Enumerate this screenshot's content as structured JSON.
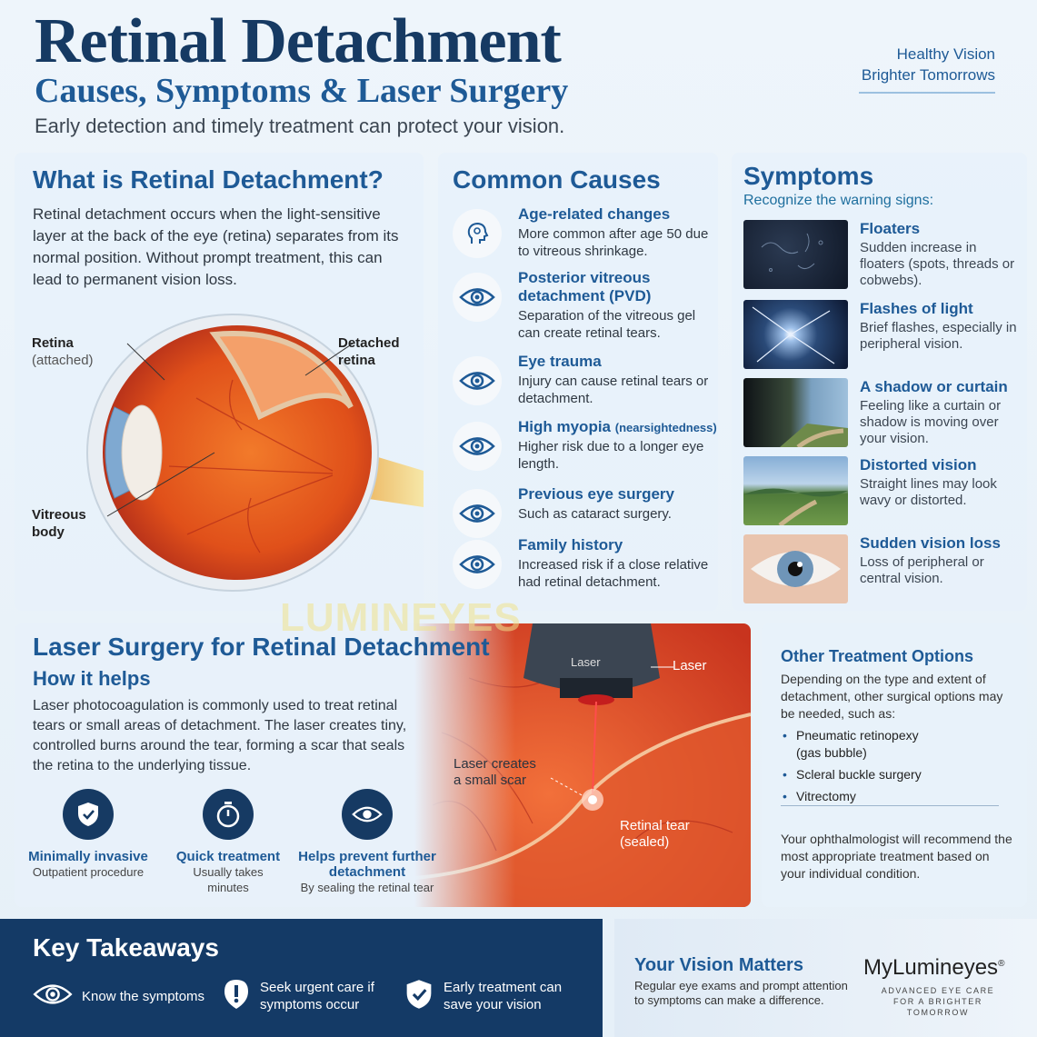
{
  "header": {
    "title": "Retinal Detachment",
    "subtitle": "Causes, Symptoms & Laser Surgery",
    "tagline": "Early detection and timely treatment can protect your vision.",
    "brand_line1": "Healthy Vision",
    "brand_line2": "Brighter Tomorrows"
  },
  "what": {
    "heading": "What is Retinal Detachment?",
    "body": "Retinal detachment occurs when the light-sensitive layer at the back of the eye (retina) separates from its normal position. Without prompt treatment, this can lead to permanent vision loss.",
    "label_retina": "Retina",
    "label_retina_sub": "(attached)",
    "label_detached_1": "Detached",
    "label_detached_2": "retina",
    "label_vitreous_1": "Vitreous",
    "label_vitreous_2": "body"
  },
  "causes": {
    "heading": "Common Causes",
    "items": [
      {
        "title": "Age-related changes",
        "desc": "More common after age 50 due to vitreous shrinkage.",
        "icon": "head-profile-icon"
      },
      {
        "title": "Posterior vitreous detachment (PVD)",
        "desc": "Separation of the vitreous gel can create retinal tears.",
        "icon": "eye-icon"
      },
      {
        "title": "Eye trauma",
        "desc": "Injury can cause retinal tears or detachment.",
        "icon": "eye-icon"
      },
      {
        "title": "High myopia",
        "title_note": "(nearsightedness)",
        "desc": "Higher risk due to a longer eye length.",
        "icon": "eye-icon"
      },
      {
        "title": "Previous eye surgery",
        "desc": "Such as cataract surgery.",
        "icon": "eye-icon"
      },
      {
        "title": "Family history",
        "desc": "Increased risk if a close relative had retinal detachment.",
        "icon": "eye-icon"
      }
    ]
  },
  "symptoms": {
    "heading": "Symptoms",
    "lead": "Recognize the warning signs:",
    "items": [
      {
        "title": "Floaters",
        "desc": "Sudden increase in floaters (spots, threads or cobwebs)."
      },
      {
        "title": "Flashes of light",
        "desc": "Brief flashes, especially in peripheral vision."
      },
      {
        "title": "A shadow or curtain",
        "desc": "Feeling like a curtain or shadow is moving over your vision."
      },
      {
        "title": "Distorted vision",
        "desc": "Straight lines may look wavy or distorted."
      },
      {
        "title": "Sudden vision loss",
        "desc": "Loss of peripheral or central vision."
      }
    ]
  },
  "laser": {
    "heading": "Laser Surgery for Retinal Detachment",
    "subheading": "How it helps",
    "body": "Laser photocoagulation is commonly used to treat retinal tears or small areas of detachment. The laser creates tiny, controlled burns around the tear, forming a scar that seals the retina to the underlying tissue.",
    "device_label": "Laser",
    "art_laser": "Laser",
    "art_scar_1": "Laser creates",
    "art_scar_2": "a small scar",
    "art_tear_1": "Retinal tear",
    "art_tear_2": "(sealed)",
    "benefits": [
      {
        "title": "Minimally invasive",
        "desc": "Outpatient procedure",
        "icon": "shield-check-icon"
      },
      {
        "title": "Quick treatment",
        "desc": "Usually takes minutes",
        "icon": "stopwatch-icon"
      },
      {
        "title": "Helps prevent further detachment",
        "desc": "By sealing the retinal tear",
        "icon": "eye-icon"
      }
    ]
  },
  "other": {
    "heading": "Other Treatment Options",
    "desc": "Depending on the type and extent of detachment, other surgical options may be needed, such as:",
    "options": [
      "Pneumatic retinopexy (gas bubble)",
      "Scleral buckle surgery",
      "Vitrectomy"
    ],
    "note": "Your ophthalmologist will recommend the most appropriate treatment based on your individual condition."
  },
  "takeaways": {
    "heading": "Key Takeaways",
    "items": [
      {
        "text": "Know the symptoms",
        "icon": "eye-icon"
      },
      {
        "text": "Seek urgent care if symptoms occur",
        "icon": "alert-icon"
      },
      {
        "text": "Early treatment can save your vision",
        "icon": "shield-check-icon"
      }
    ]
  },
  "vision": {
    "heading": "Your Vision Matters",
    "body": "Regular eye exams and prompt attention to symptoms can make a difference.",
    "logo": "MyLumineyes",
    "logo_mark": "®",
    "logo_tagline_1": "ADVANCED EYE CARE",
    "logo_tagline_2": "FOR A BRIGHTER TOMORROW"
  },
  "watermark": "LUMINEYES",
  "colors": {
    "navy": "#163a63",
    "accent_blue": "#1e5a96",
    "laser_red": "#e2452b"
  }
}
